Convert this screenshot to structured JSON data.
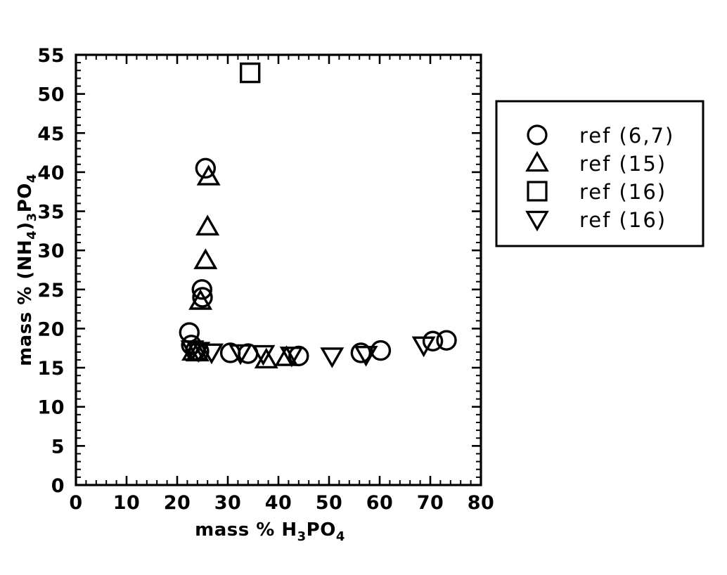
{
  "chart_data": {
    "type": "scatter",
    "title": "",
    "subtitle": "",
    "xlabel": "mass % H3PO4",
    "xlabel_parts": {
      "prefix": "mass % H",
      "sub1": "3",
      "mid": "PO",
      "sub2": "4"
    },
    "ylabel": "mass % (NH4)3PO4",
    "ylabel_parts": {
      "prefix": "mass % (NH",
      "sub1": "4",
      "mid": ")",
      "sub2": "3",
      "suffix": "PO",
      "sub3": "4"
    },
    "xlim": [
      0,
      80
    ],
    "ylim": [
      0,
      55
    ],
    "xticks": [
      0,
      10,
      20,
      30,
      40,
      50,
      60,
      70,
      80
    ],
    "yticks": [
      0,
      5,
      10,
      15,
      20,
      25,
      30,
      35,
      40,
      45,
      50,
      55
    ],
    "xtick_labels": [
      "0",
      "10",
      "20",
      "30",
      "40",
      "50",
      "60",
      "70",
      "80"
    ],
    "ytick_labels": [
      "0",
      "5",
      "10",
      "15",
      "20",
      "25",
      "30",
      "35",
      "40",
      "45",
      "50",
      "55"
    ],
    "x_minor_per_major": 5,
    "y_minor_per_major": 5,
    "grid": false,
    "frame": "box",
    "tick_direction": "in",
    "legend_position": "right-outside",
    "series": [
      {
        "name": "ref (6,7)",
        "marker": "circle",
        "points": [
          [
            22.4,
            19.5
          ],
          [
            22.8,
            17.9
          ],
          [
            23.6,
            17.2
          ],
          [
            24.3,
            17.1
          ],
          [
            24.9,
            25.0
          ],
          [
            25.0,
            24.0
          ],
          [
            25.6,
            40.5
          ],
          [
            30.5,
            16.9
          ],
          [
            34.0,
            16.8
          ],
          [
            44.0,
            16.5
          ],
          [
            56.3,
            16.9
          ],
          [
            60.2,
            17.2
          ],
          [
            70.5,
            18.4
          ],
          [
            73.2,
            18.5
          ]
        ]
      },
      {
        "name": "ref (15)",
        "marker": "triangle-up",
        "points": [
          [
            23.2,
            17.0
          ],
          [
            24.0,
            16.9
          ],
          [
            24.6,
            23.5
          ],
          [
            25.6,
            28.7
          ],
          [
            26.0,
            33.0
          ],
          [
            26.2,
            39.4
          ],
          [
            37.6,
            16.0
          ],
          [
            41.6,
            16.3
          ]
        ]
      },
      {
        "name": "ref (16)",
        "marker": "square",
        "points": [
          [
            34.4,
            52.7
          ]
        ]
      },
      {
        "name": "ref (16)",
        "marker": "triangle-down",
        "points": [
          [
            23.0,
            17.4
          ],
          [
            24.2,
            17.2
          ],
          [
            26.8,
            17.0
          ],
          [
            32.5,
            16.9
          ],
          [
            37.0,
            16.8
          ],
          [
            42.6,
            16.6
          ],
          [
            50.6,
            16.5
          ],
          [
            57.3,
            16.7
          ],
          [
            68.7,
            17.9
          ]
        ]
      }
    ],
    "legend_entries": [
      {
        "label": "ref (6,7)",
        "marker": "circle"
      },
      {
        "label": "ref (15)",
        "marker": "triangle-up"
      },
      {
        "label": "ref (16)",
        "marker": "square"
      },
      {
        "label": "ref (16)",
        "marker": "triangle-down"
      }
    ],
    "colors": {
      "ink": "#000000",
      "background": "#ffffff"
    }
  }
}
